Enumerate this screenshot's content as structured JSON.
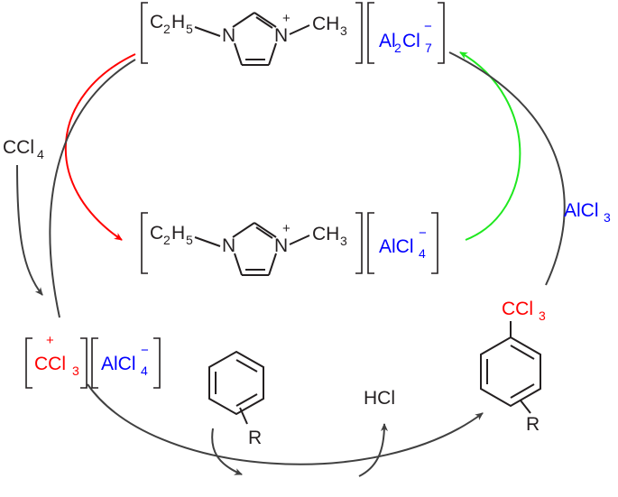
{
  "colors": {
    "text": "#231f20",
    "anion_blue": "#0000ff",
    "cation_red": "#ff0000",
    "arrow_dark": "#404040",
    "arrow_red": "#ff0000",
    "arrow_green": "#1fe81f"
  },
  "top_salt": {
    "ethyl": "C",
    "ethyl_c_sub": "2",
    "ethyl_h": "H",
    "ethyl_h_sub": "5",
    "n1": "N",
    "n3": "N",
    "plus": "+",
    "methyl": "CH",
    "methyl_sub": "3",
    "anion_al": "Al",
    "anion_al_sub": "2",
    "anion_cl": "Cl",
    "anion_cl_sub": "7",
    "anion_charge": "−"
  },
  "middle_salt": {
    "ethyl": "C",
    "ethyl_c_sub": "2",
    "ethyl_h": "H",
    "ethyl_h_sub": "5",
    "n1": "N",
    "n3": "N",
    "plus": "+",
    "methyl": "CH",
    "methyl_sub": "3",
    "anion": "AlCl",
    "anion_sub": "4",
    "anion_charge": "−"
  },
  "ccl4": {
    "text": "CCl",
    "sub": "4"
  },
  "alcl3": {
    "text": "AlCl",
    "sub": "3"
  },
  "carbocation": {
    "plus": "+",
    "text": "CCl",
    "sub": "3",
    "anion": "AlCl",
    "anion_sub": "4",
    "anion_charge": "−"
  },
  "arene": {
    "r": "R"
  },
  "hcl": {
    "text": "HCl"
  },
  "product": {
    "ccl3": "CCl",
    "ccl3_sub": "3",
    "r": "R"
  }
}
